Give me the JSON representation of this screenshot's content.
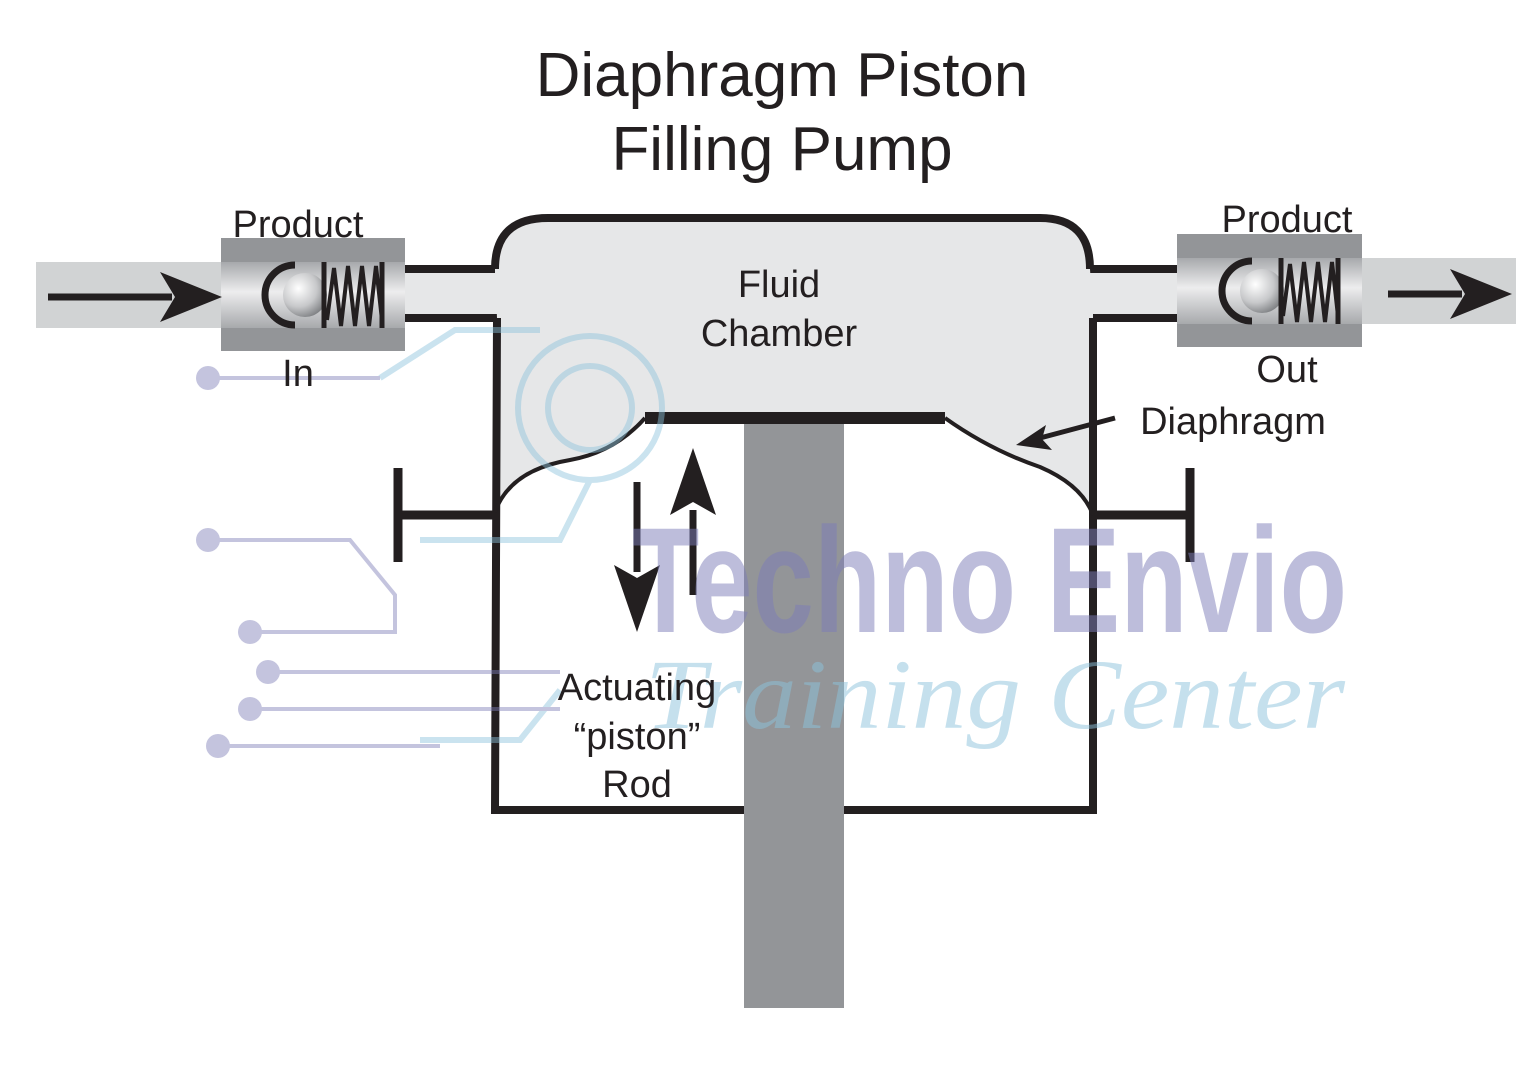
{
  "title": {
    "line1": "Diaphragm Piston",
    "line2": "Filling Pump"
  },
  "labels": {
    "inlet_product": "Product",
    "inlet_in": "In",
    "outlet_product": "Product",
    "outlet_out": "Out",
    "fluid_chamber_line1": "Fluid",
    "fluid_chamber_line2": "Chamber",
    "diaphragm": "Diaphragm",
    "rod_line1": "Actuating",
    "rod_line2": "“piston”",
    "rod_line3": "Rod"
  },
  "watermark": {
    "line1": "Techno Envio",
    "line2": "Training Center"
  },
  "colors": {
    "outline": "#231f20",
    "chamber_fill": "#e6e7e8",
    "pipe_fill": "#d1d3d4",
    "valve_body": "#939598",
    "rod_fill": "#939598",
    "watermark_purple": "#7d7db8",
    "watermark_blue": "#8cc3dc"
  },
  "icons": {
    "flow_in": "arrow-right-icon",
    "flow_out": "arrow-right-icon",
    "stroke": "up-down-arrows-icon",
    "watermark_logo": "gear-circuit-icon"
  }
}
